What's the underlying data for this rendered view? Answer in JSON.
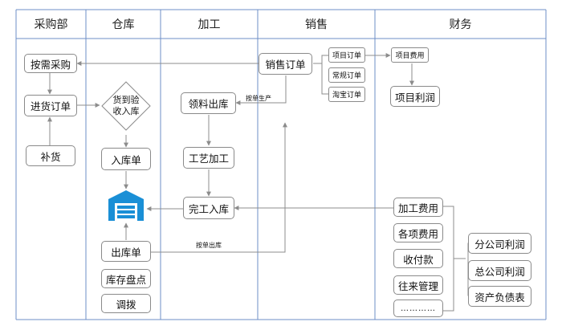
{
  "lanes": [
    "采购部",
    "仓库",
    "加工",
    "销售",
    "财务"
  ],
  "nodes": {
    "on_demand_purchase": "按需采购",
    "purchase_order": "进货订单",
    "restock": "补货",
    "goods_arrival_line1": "货到验",
    "goods_arrival_line2": "收入库",
    "inbound_slip": "入库单",
    "outbound_slip": "出库单",
    "inventory_count": "库存盘点",
    "transfer": "调拨",
    "material_issue": "领料出库",
    "process": "工艺加工",
    "finished_inbound": "完工入库",
    "sales_order": "销售订单",
    "project_order": "项目订单",
    "regular_order": "常规订单",
    "taobao_order": "淘宝订单",
    "project_cost": "项目费用",
    "project_profit": "项目利润",
    "processing_cost": "加工费用",
    "various_costs": "各项费用",
    "payments": "收付款",
    "accounts_mgmt": "往来管理",
    "ellipsis": "…………",
    "branch_profit": "分公司利润",
    "hq_profit": "总公司利润",
    "balance_sheet": "资产负债表"
  },
  "edge_labels": {
    "produce_by_order": "按单生产",
    "outbound_by_order": "按单出库"
  },
  "icons": {
    "warehouse": "warehouse-icon"
  },
  "colors": {
    "warehouse_icon": "#1a8fd6",
    "border": "#8a8a8a",
    "lane_line": "#6d8fc7",
    "arrow": "#8c8c8c"
  }
}
